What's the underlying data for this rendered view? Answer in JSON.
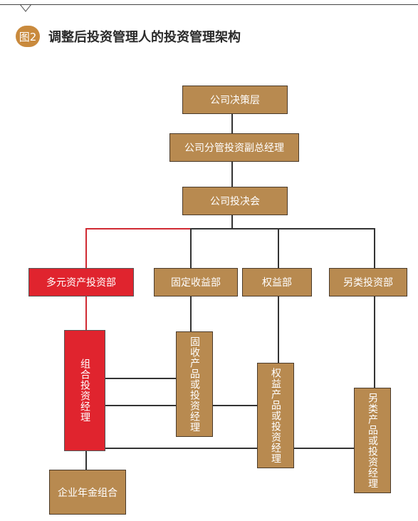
{
  "figure": {
    "number": "图2",
    "title": "调整后投资管理人的投资管理架构"
  },
  "org": {
    "decision_layer": "公司决策层",
    "deputy_gm": "公司分管投资副总经理",
    "investment_committee": "公司投决会",
    "dept_multi_asset": "多元资产投资部",
    "dept_fixed_income": "固定收益部",
    "dept_equity": "权益部",
    "dept_alternative": "另类投资部",
    "portfolio_manager": "组合投资经理",
    "fixed_income_manager": "固收产品或投资经理",
    "equity_manager": "权益产品或投资经理",
    "alternative_manager": "另类产品或投资经理",
    "enterprise_annuity": "企业年金组合"
  },
  "colors": {
    "box_fill": "#b88a50",
    "highlight_fill": "#e0242e",
    "badge_fill": "#c98a3d"
  }
}
